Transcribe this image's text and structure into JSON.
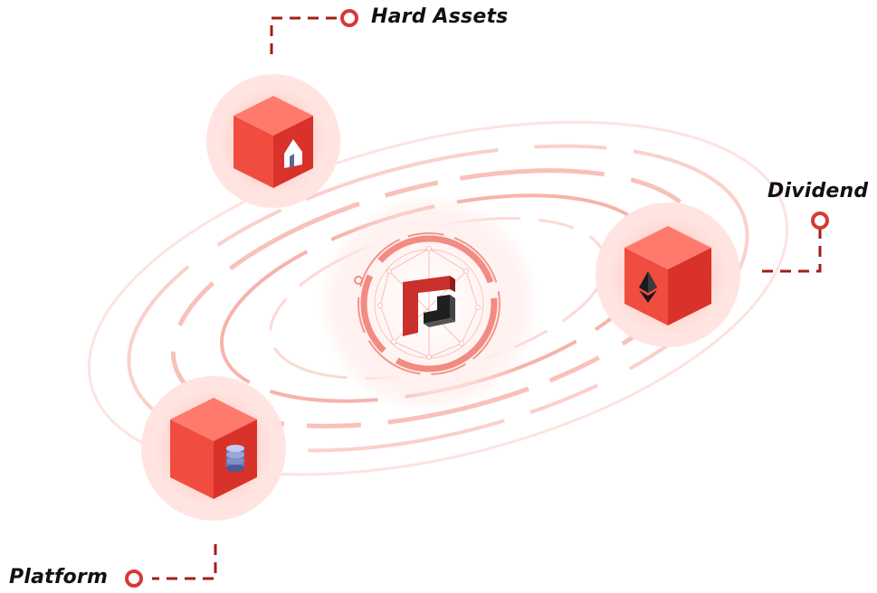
{
  "labels": {
    "hard_assets": "Hard Assets",
    "dividend": "Dividend",
    "platform": "Platform"
  },
  "colors": {
    "accent": "#d63a32",
    "orbit": "#f7b3ab",
    "cube_top": "#ff7a6d",
    "cube_left": "#f04c40",
    "cube_right": "#d8322a",
    "logo_red": "#c8312c",
    "logo_dark": "#1f1f1f"
  },
  "nodes": [
    {
      "name": "hard-assets-node",
      "icon": "house-icon"
    },
    {
      "name": "dividend-node",
      "icon": "ethereum-icon"
    },
    {
      "name": "platform-node",
      "icon": "database-icon"
    }
  ],
  "center": {
    "icon": "brand-logo"
  }
}
